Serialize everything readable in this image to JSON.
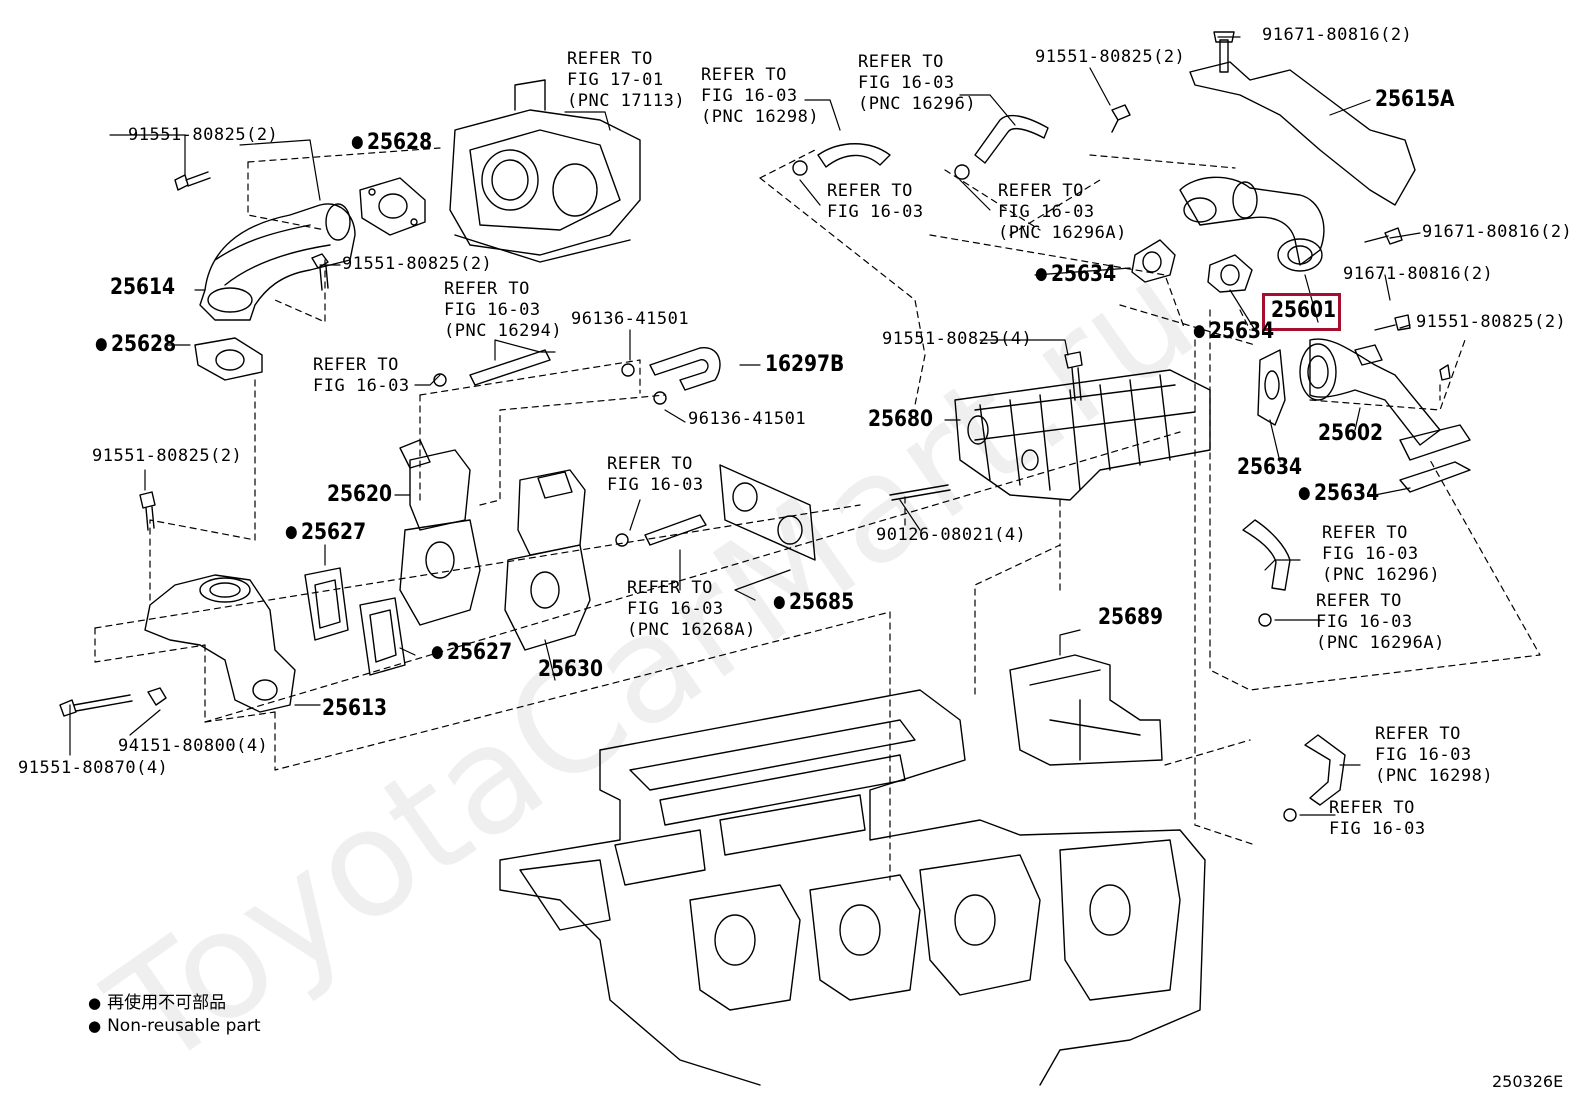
{
  "watermark": "ToyotaCarMart.ru",
  "diagram_code": "250326E",
  "highlight_color": "#a50f2d",
  "legend": [
    {
      "icon": "filled-circle-icon",
      "text": "再使用不可部品"
    },
    {
      "icon": "filled-circle-icon",
      "text": "Non-reusable part"
    }
  ],
  "parts": {
    "p25601": "25601",
    "p25602": "25602",
    "p25613": "25613",
    "p25614": "25614",
    "p25615A": "25615A",
    "p25620": "25620",
    "p25627a": "25627",
    "p25627b": "25627",
    "p25628a": "25628",
    "p25628b": "25628",
    "p25630": "25630",
    "p25634a": "25634",
    "p25634b": "25634",
    "p25634c": "25634",
    "p25634d": "25634",
    "p25680": "25680",
    "p25685": "25685",
    "p25689": "25689",
    "p16297B": "16297B"
  },
  "fasteners": {
    "f1": "91671-80816(2)",
    "f2": "91551-80825(2)",
    "f3": "91671-80816(2)",
    "f4": "91671-80816(2)",
    "f5": "91551-80825(2)",
    "f6": "91551-80825(4)",
    "f7": "91551-80825(2)",
    "f8": "91551-80825(2)",
    "f9": "96136-41501",
    "f10": "96136-41501",
    "f11": "91551-80825(2)",
    "f12": "90126-08021(4)",
    "f13": "94151-80800(4)",
    "f14": "91551-80870(4)"
  },
  "refs": {
    "r1": "REFER TO\nFIG 17-01\n(PNC 17113)",
    "r2": "REFER TO\nFIG 16-03\n(PNC 16298)",
    "r3": "REFER TO\nFIG 16-03\n(PNC 16296)",
    "r4": "REFER TO\nFIG 16-03",
    "r5": "REFER TO\nFIG 16-03\n(PNC 16296A)",
    "r6": "REFER TO\nFIG 16-03\n(PNC 16294)",
    "r7": "REFER TO\nFIG 16-03",
    "r8": "REFER TO\nFIG 16-03",
    "r9": "REFER TO\nFIG 16-03\n(PNC 16268A)",
    "r10": "REFER TO\nFIG 16-03\n(PNC 16296)",
    "r11": "REFER TO\nFIG 16-03\n(PNC 16296A)",
    "r12": "REFER TO\nFIG 16-03\n(PNC 16298)",
    "r13": "REFER TO\nFIG 16-03"
  }
}
